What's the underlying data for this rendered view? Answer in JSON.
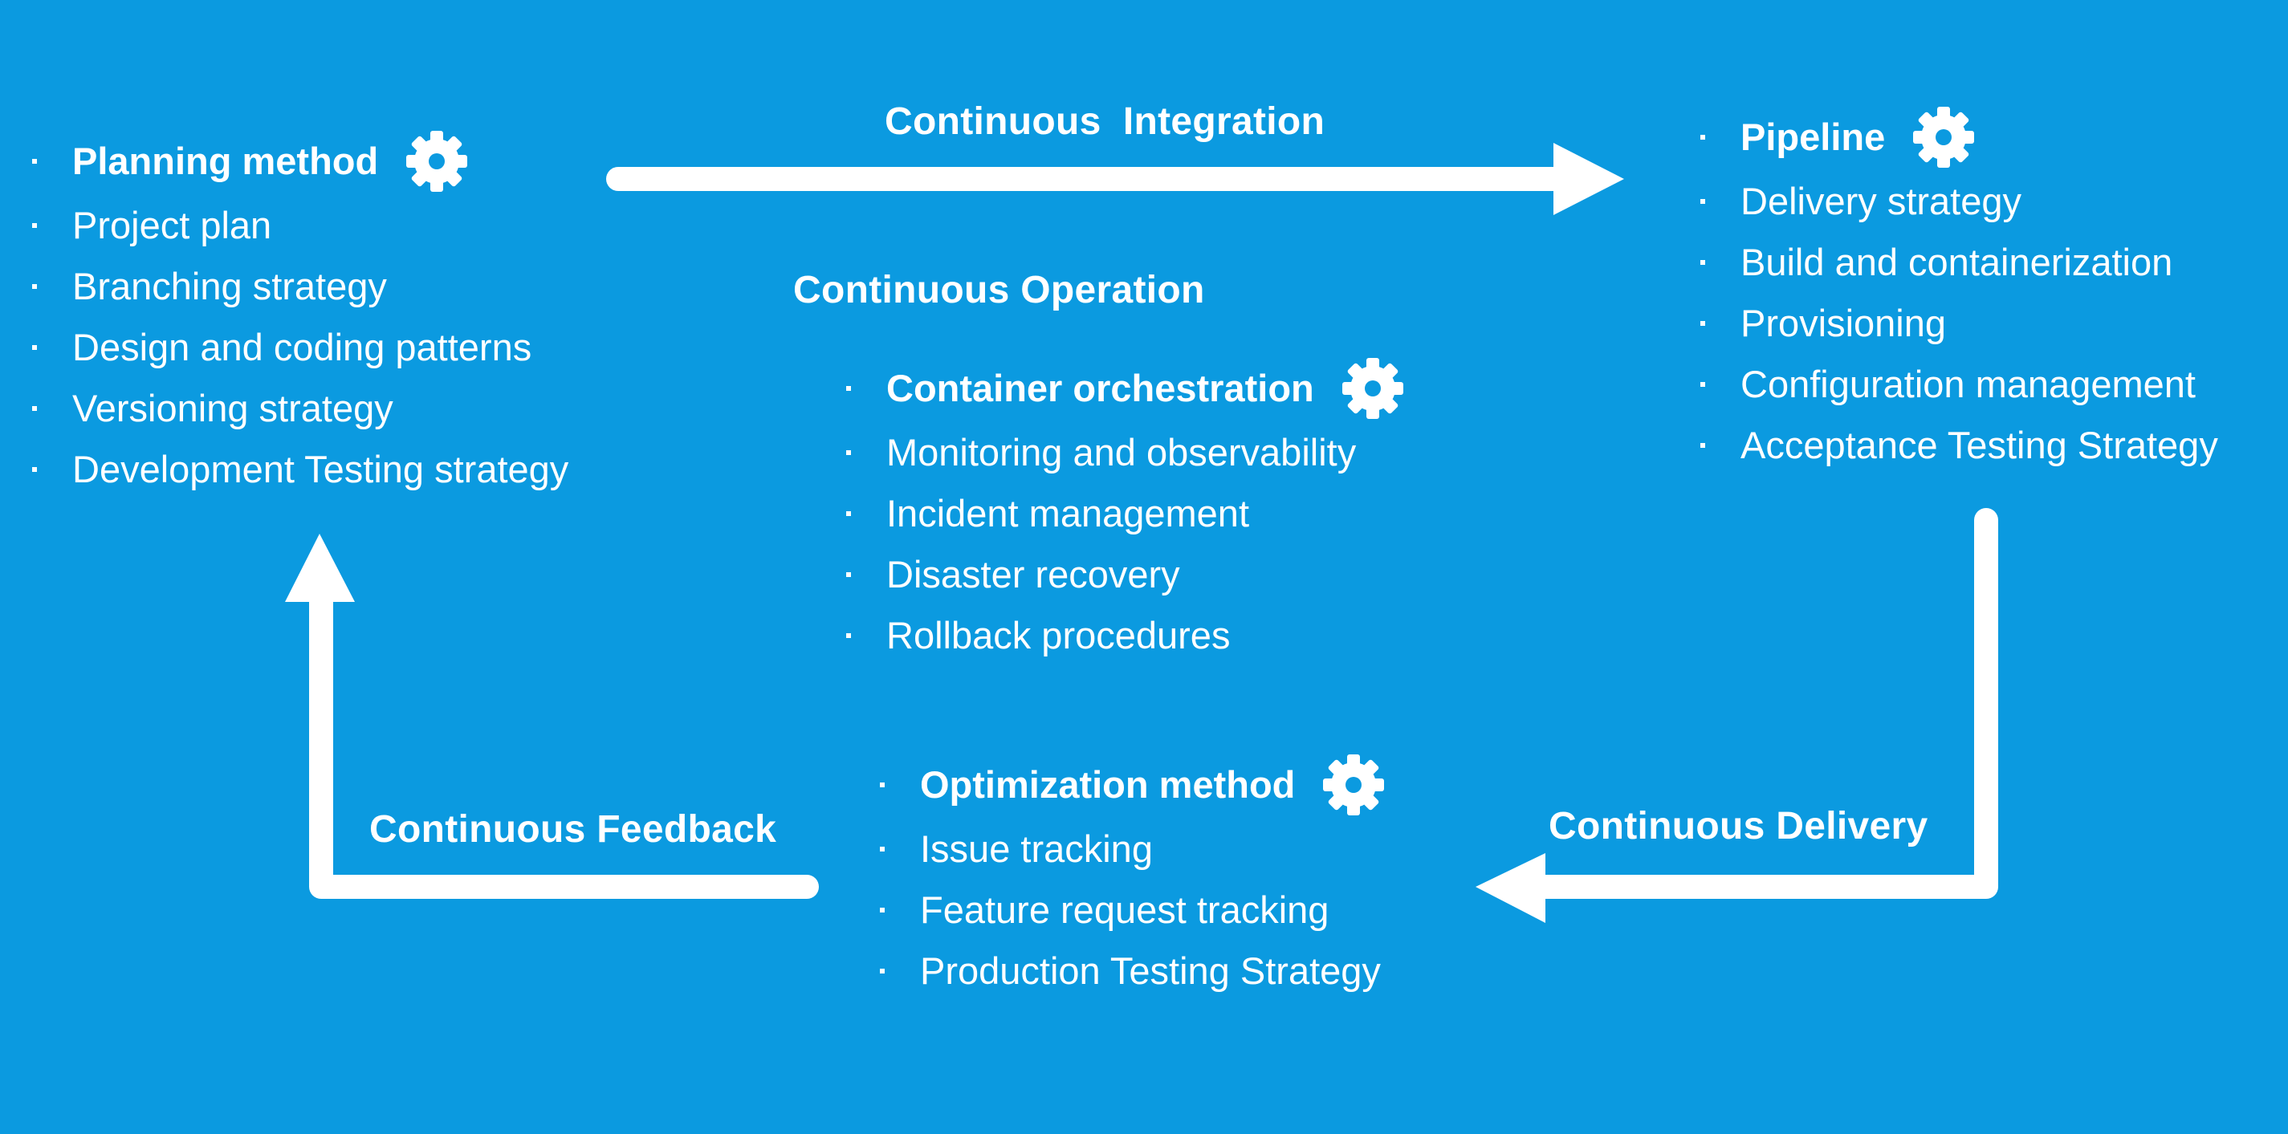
{
  "colors": {
    "background": "#0b9ae0",
    "foreground": "#ffffff"
  },
  "labels": {
    "integration": "Continuous  Integration",
    "operation": "Continuous Operation",
    "feedback": "Continuous Feedback",
    "delivery": "Continuous Delivery"
  },
  "planning": {
    "head": "Planning method",
    "icon": "gear-icon",
    "items": [
      "Project plan",
      "Branching strategy",
      "Design and coding patterns",
      "Versioning strategy",
      "Development Testing strategy"
    ]
  },
  "pipeline": {
    "head": "Pipeline",
    "icon": "gear-icon",
    "items": [
      "Delivery strategy",
      "Build and containerization",
      "Provisioning",
      "Configuration management",
      "Acceptance Testing Strategy"
    ]
  },
  "operation": {
    "head": "Container orchestration",
    "icon": "gear-icon",
    "items": [
      "Monitoring and observability",
      "Incident management",
      "Disaster recovery",
      "Rollback procedures"
    ]
  },
  "optimization": {
    "head": "Optimization method",
    "icon": "gear-icon",
    "items": [
      "Issue tracking",
      "Feature request tracking",
      "Production Testing Strategy"
    ]
  }
}
